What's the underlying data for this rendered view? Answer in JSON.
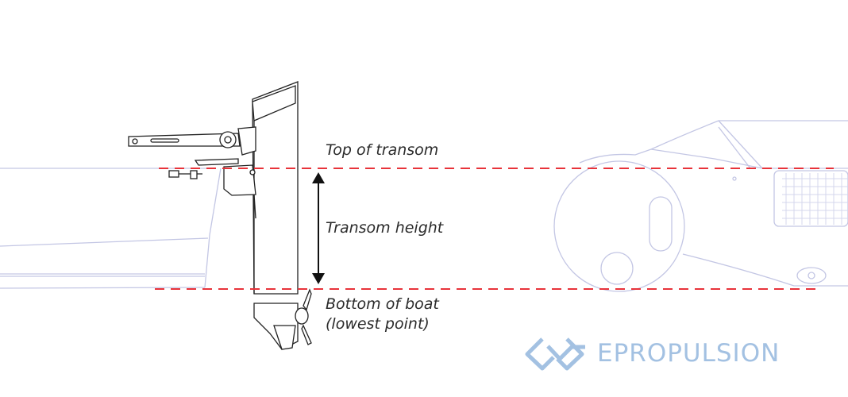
{
  "labels": {
    "top_of_transom": "Top of transom",
    "transom_height": "Transom height",
    "bottom_of_boat": "Bottom of boat",
    "lowest_point": "(lowest point)"
  },
  "brand": {
    "name": "EPROPULSION",
    "color": "#a3c1e2"
  },
  "colors": {
    "guide_line": "#e8333a",
    "hull": "#c3c6e4",
    "motor": "#222222"
  }
}
